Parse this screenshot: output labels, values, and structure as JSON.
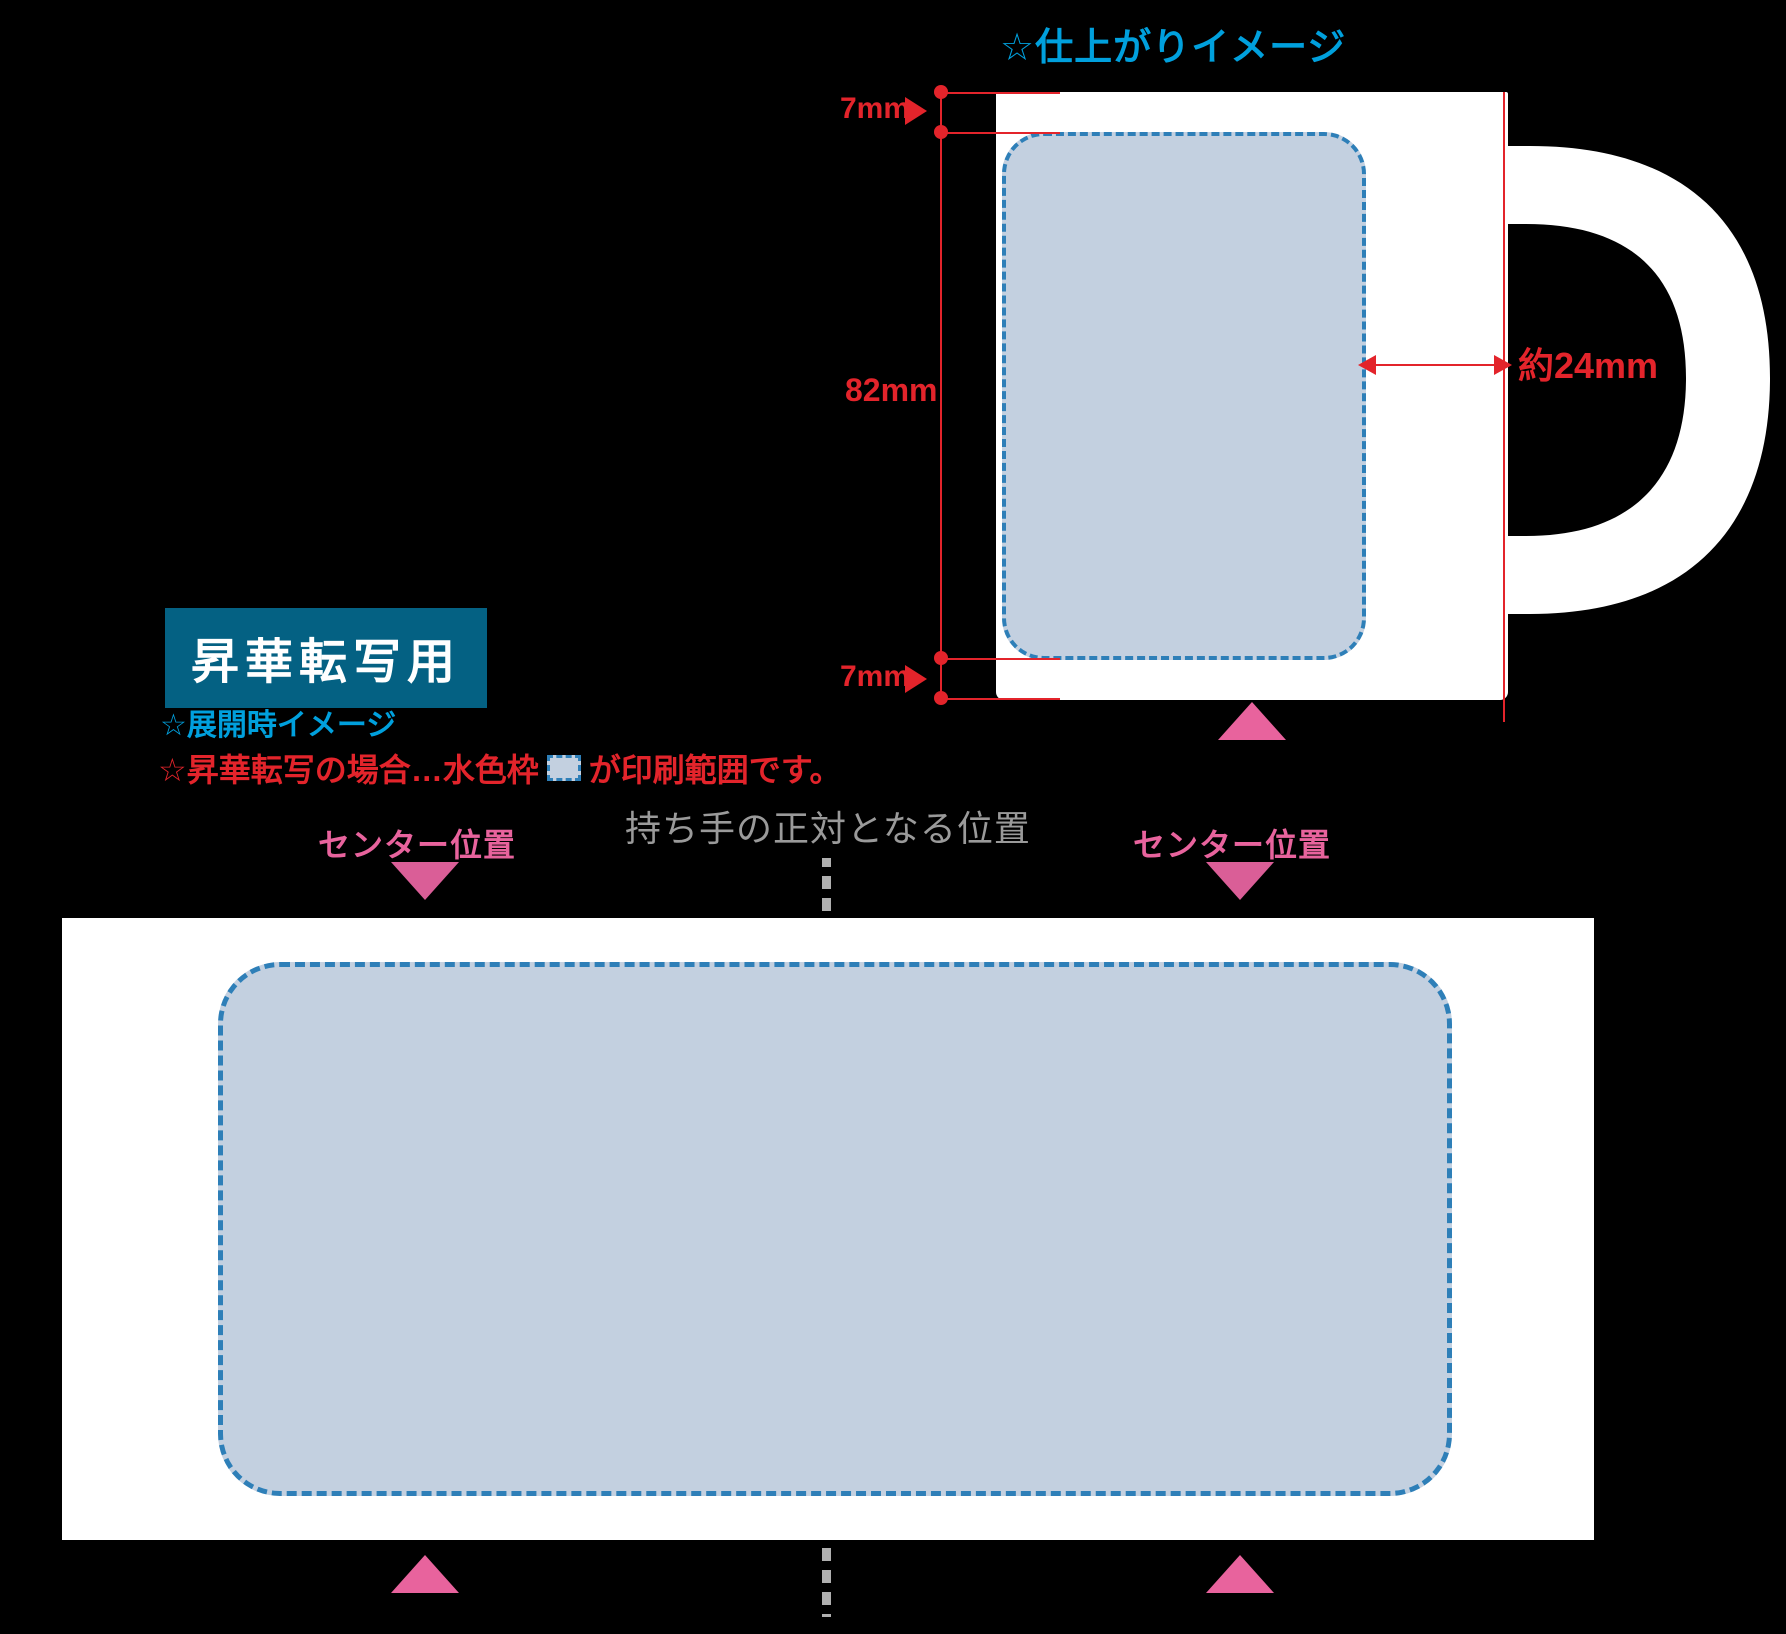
{
  "finished": {
    "title": "☆仕上がりイメージ",
    "dimensions": {
      "top_margin": "7mm",
      "print_height": "82mm",
      "bottom_margin": "7mm",
      "handle_offset": "約24mm"
    }
  },
  "labels": {
    "badge": "昇華転写用",
    "unfolded_title": "☆展開時イメージ",
    "note_prefix": "☆昇華転写の場合…水色枠",
    "note_suffix": "が印刷範囲です。",
    "center_left": "センター位置",
    "center_right": "センター位置",
    "handle_opposite": "持ち手の正対となる位置"
  },
  "colors": {
    "cyan": "#00a0dd",
    "red": "#e3242b",
    "pink": "#e8639d",
    "teal_badge": "#046183",
    "print_fill": "#c3d0e0",
    "print_border": "#2e7fb8",
    "gray_text": "#9a9a9a",
    "background": "#000000",
    "mug_white": "#ffffff"
  }
}
